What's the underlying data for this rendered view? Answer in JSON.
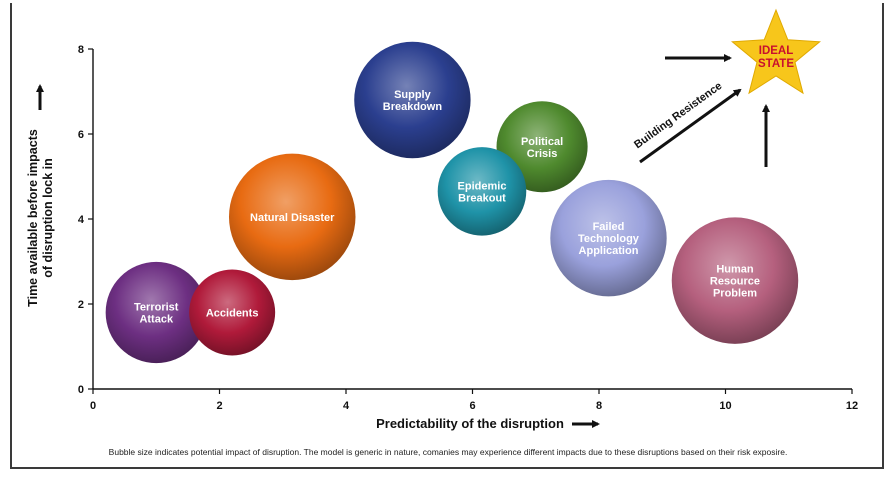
{
  "chart_data": {
    "type": "scatter",
    "xlabel": "Predictability of the disruption",
    "ylabel_line1": "Time available before impacts",
    "ylabel_line2": "of disruption lock in",
    "xlim": [
      0,
      12
    ],
    "ylim": [
      0,
      8
    ],
    "xticks": [
      0,
      2,
      4,
      6,
      8,
      10,
      12
    ],
    "yticks": [
      0,
      2,
      4,
      6,
      8
    ],
    "bubbles": [
      {
        "label": [
          "Terrorist",
          "Attack"
        ],
        "x": 1.0,
        "y": 1.8,
        "r": 0.8,
        "color": "#6d2f82"
      },
      {
        "label": [
          "Accidents"
        ],
        "x": 2.2,
        "y": 1.8,
        "r": 0.68,
        "color": "#b01a3a"
      },
      {
        "label": [
          "Natural Disaster"
        ],
        "x": 3.15,
        "y": 4.05,
        "r": 1.0,
        "color": "#e86b12"
      },
      {
        "label": [
          "Supply",
          "Breakdown"
        ],
        "x": 5.05,
        "y": 6.8,
        "r": 0.92,
        "color": "#2b3f8f"
      },
      {
        "label": [
          "Political",
          "Crisis"
        ],
        "x": 7.1,
        "y": 5.7,
        "r": 0.72,
        "color": "#4f8a2e"
      },
      {
        "label": [
          "Epidemic",
          "Breakout"
        ],
        "x": 6.15,
        "y": 4.65,
        "r": 0.7,
        "color": "#1f93a8"
      },
      {
        "label": [
          "Failed",
          "Technology",
          "Application"
        ],
        "x": 8.15,
        "y": 3.55,
        "r": 0.92,
        "color": "#9aa1dc"
      },
      {
        "label": [
          "Human",
          "Resource",
          "Problem"
        ],
        "x": 10.15,
        "y": 2.55,
        "r": 1.0,
        "color": "#b5607e"
      }
    ],
    "annotations": {
      "ideal_state": [
        "IDEAL",
        "STATE"
      ],
      "building_resistance": "Building Resistence"
    },
    "colors": {
      "star_fill": "#f7c61b",
      "star_text": "#c8102e",
      "axis": "#111111",
      "text": "#111111"
    }
  },
  "footnote": "Bubble size indicates potential impact of disruption. The model is generic in nature, comanies may experience different impacts due to these disruptions based on their risk exposire."
}
